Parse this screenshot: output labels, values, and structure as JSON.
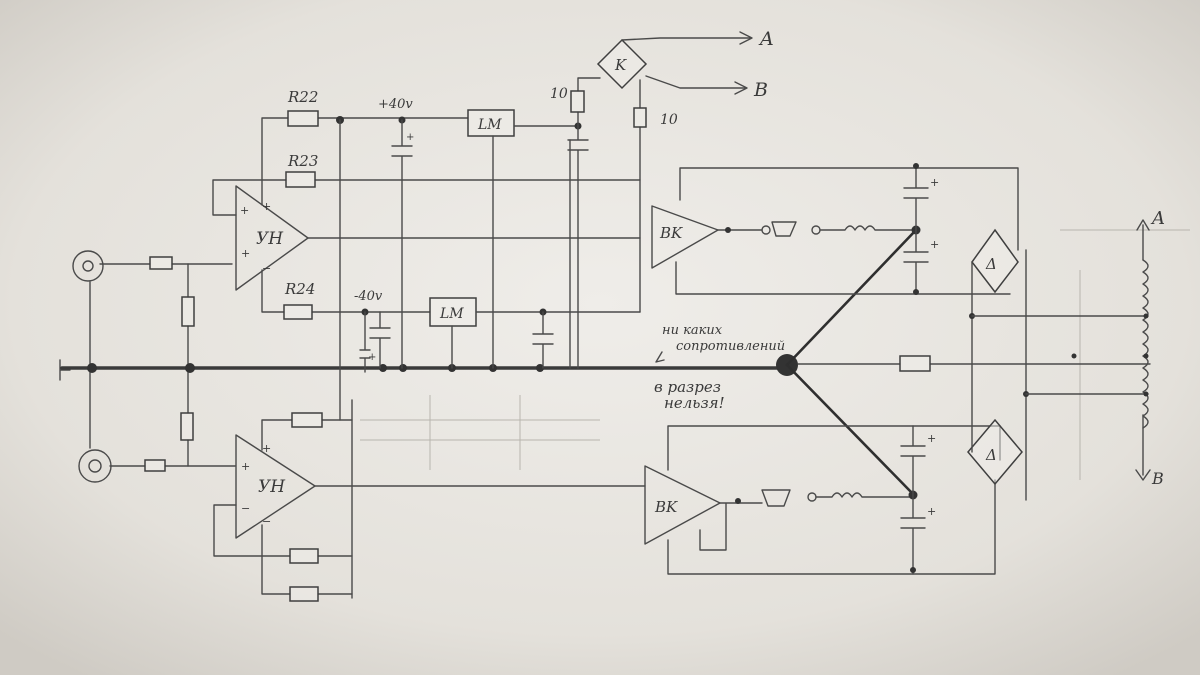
{
  "labels": {
    "out_a": "A",
    "out_b": "B",
    "r10_left": "10",
    "r10_right": "10",
    "r22": "R22",
    "plus40": "+40v",
    "r23": "R23",
    "lm_top": "LM",
    "lm_bottom": "LM",
    "r24": "R24",
    "minus40": "-40v",
    "bridge": "K",
    "amp_top": "УН",
    "amp_bottom": "УН",
    "buf_top": "BK",
    "buf_bottom": "BK",
    "diode_top": "Δ",
    "diode_bottom": "Δ",
    "note_line1": "ни каких",
    "note_line2": "сопротивлений",
    "note_line3": "в разрез",
    "note_line4": "нельзя!",
    "coil_a": "A",
    "coil_b": "B",
    "plus": "+",
    "minus": "−"
  },
  "colors": {
    "paper": "#e9e7e2",
    "ink": "#3a3a3a"
  }
}
